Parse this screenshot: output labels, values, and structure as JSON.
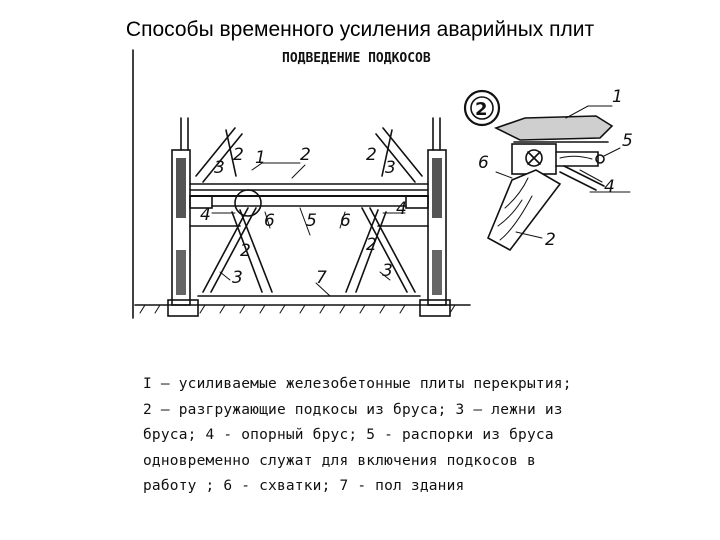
{
  "slide": {
    "title": "Способы временного усиления аварийных плит"
  },
  "drawing": {
    "header": "ПОДВЕДЕНИЕ  ПОДКОСОВ",
    "detail_marker": "2",
    "labels": {
      "n1": "1",
      "n2": "2",
      "n3": "3",
      "n4": "4",
      "n5": "5",
      "n6": "6",
      "n7": "7"
    }
  },
  "legend": {
    "lines": [
      "I – усиливаемые железобетонные плиты перекрытия;",
      "2 – разгружающие подкосы из бруса; 3 – лежни из",
      "бруса; 4 - опорный брус; 5 - распорки из бруса",
      " одновременно служат для включения подкосов в",
      "работу ; 6 - схватки; 7 - пол здания"
    ]
  }
}
